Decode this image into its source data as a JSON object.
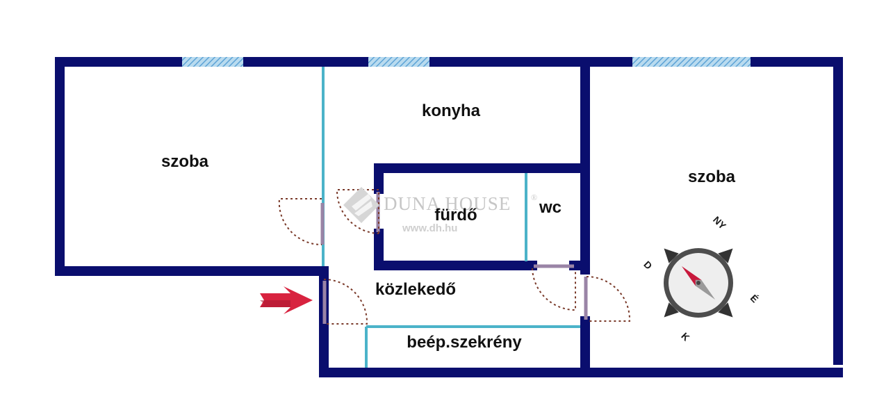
{
  "colors": {
    "wall": "#0a0e6e",
    "partition": "#4bb3c9",
    "window": "#8fc3e3",
    "door_arc": "#7a3a2a",
    "door_leaf": "#9a84a6",
    "entrance_arrow": "#d8233f",
    "compass_ring": "#4d4d4d",
    "compass_face": "#eeeeee",
    "needle_north": "#c8193c",
    "needle_south": "#9a9a9a"
  },
  "rooms": {
    "left_szoba": "szoba",
    "konyha": "konyha",
    "furdo": "fürdő",
    "wc": "wc",
    "kozlekedo": "közlekedő",
    "beep_szekreny": "beép.szekrény",
    "right_szoba": "szoba"
  },
  "compass": {
    "north": "NY",
    "east": "É",
    "south": "K",
    "west": "D"
  },
  "watermark": {
    "brand": "DUNA HOUSE",
    "registered": "®",
    "url": "www.dh.hu"
  },
  "icons": {
    "entrance": "entrance-arrow-icon",
    "compass": "compass-rose-icon",
    "logo": "duna-house-logo-icon"
  }
}
